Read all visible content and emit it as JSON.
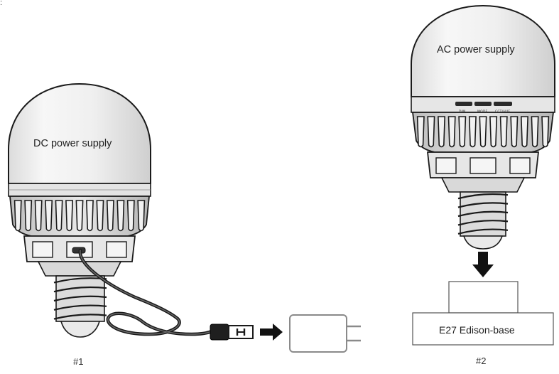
{
  "figure1": {
    "bulb_label": "DC power supply",
    "number": "#1"
  },
  "figure2": {
    "bulb_label": "AC power supply",
    "number": "#2",
    "buttons": [
      "DIM",
      "MODE",
      "CCT/HUE"
    ],
    "base_label": "E27 Edison-base"
  },
  "corner_mark": ":"
}
